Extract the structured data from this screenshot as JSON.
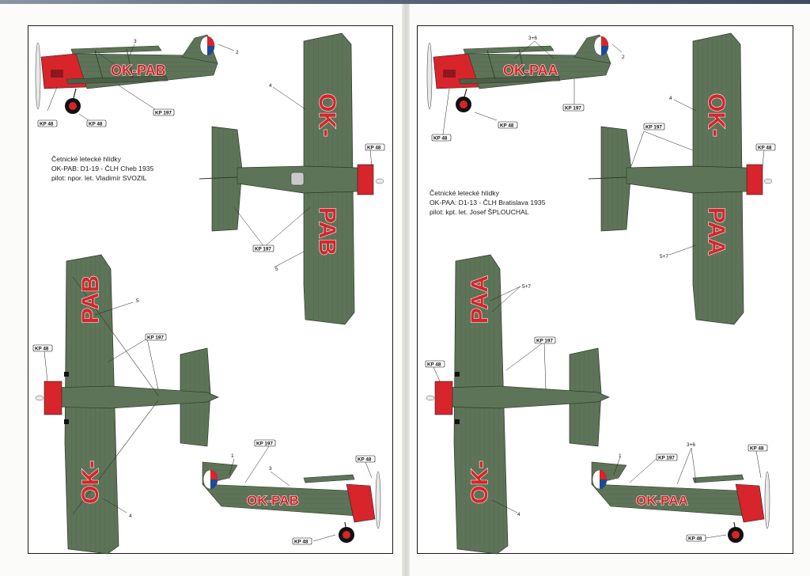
{
  "colors": {
    "olive": "#5e7458",
    "olive_dark": "#4b5f47",
    "red": "#d8242b",
    "paper": "#ffffff"
  },
  "left_sheet": {
    "caption": {
      "line1": "Četnické letecké hlídky",
      "line2": "OK-PAB: D1-19 -  ČLH Cheb  1935",
      "line3": "pilot: npor. let. Vladimír SVOZIL"
    },
    "registration": "OK-PAB",
    "wing_reg_left": "OK-",
    "wing_reg_right": "PAB",
    "tags": {
      "kp48": "KP 48",
      "kp197": "KP 197"
    },
    "callouts": {
      "c1": "1",
      "c2": "2",
      "c3": "3",
      "c4": "4",
      "c5": "5"
    }
  },
  "right_sheet": {
    "caption": {
      "line1": "Četnické letecké hlídky",
      "line2": "OK-PAA: D1-13 - ČLH Bratislava 1935",
      "line3": "pilot: kpt. let. Josef ŠPLOUCHAL"
    },
    "registration": "OK-PAA",
    "wing_reg_left": "OK-",
    "wing_reg_right": "PAA",
    "tags": {
      "kp48": "KP 48",
      "kp197": "KP 197"
    },
    "callouts": {
      "c1": "1",
      "c2": "2",
      "c36": "3+6",
      "c4": "4",
      "c57": "5+7"
    }
  }
}
